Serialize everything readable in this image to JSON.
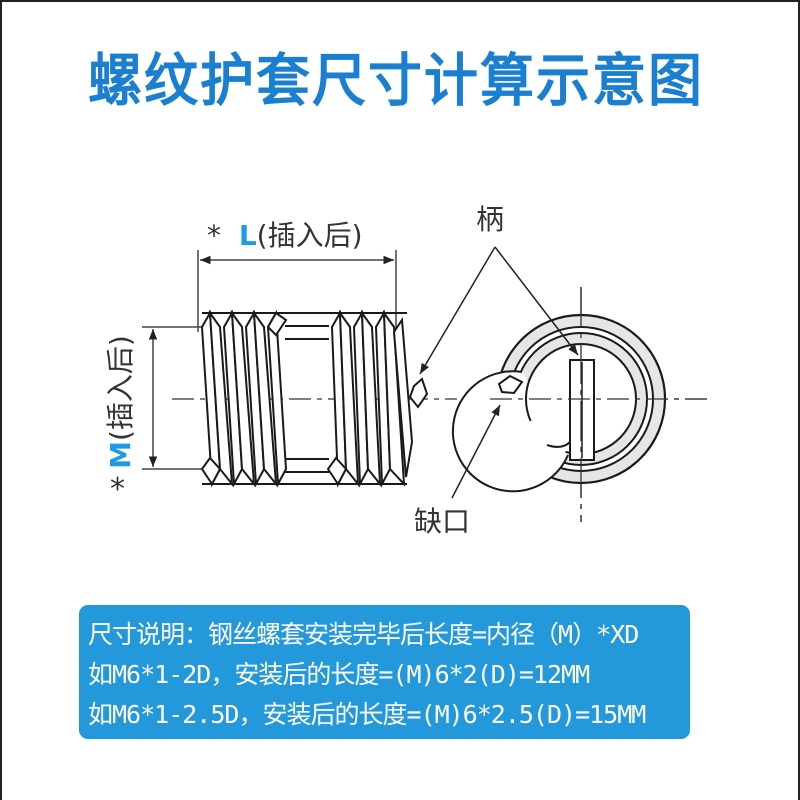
{
  "title": "螺纹护套尺寸计算示意图",
  "colors": {
    "title": "#1a7fd0",
    "dimension_letter": "#1f9ae6",
    "info_box_bg": "#2399dc",
    "info_text": "#ffffff",
    "line": "#222222",
    "ring_fill": "#e6e6e6"
  },
  "diagram": {
    "length_dimension": {
      "star": "*",
      "letter": "L",
      "suffix": "(插入后)"
    },
    "diameter_dimension": {
      "star": "*",
      "letter": "M",
      "suffix": "(插入后)"
    },
    "callouts": {
      "tang": "柄",
      "notch": "缺口"
    },
    "side_view": {
      "coil_groups": 2,
      "coils_per_group": 4
    },
    "end_view": {
      "shape": "coil-ring-with-tang"
    }
  },
  "info_box": {
    "lines": [
      "尺寸说明：钢丝螺套安装完毕后长度=内径（M）*XD",
      "如M6*1-2D，安装后的长度=(M)6*2(D)=12MM",
      "如M6*1-2.5D，安装后的长度=(M)6*2.5(D)=15MM"
    ]
  }
}
